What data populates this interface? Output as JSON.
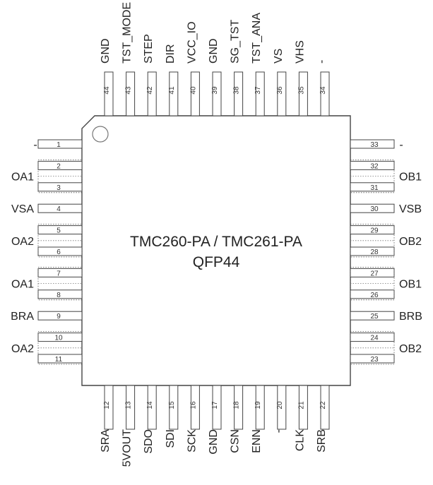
{
  "chip": {
    "title": "TMC260-PA / TMC261-PA",
    "package": "QFP44"
  },
  "pins": {
    "top": [
      {
        "num": "44",
        "label": "GND"
      },
      {
        "num": "43",
        "label": "TST_MODE"
      },
      {
        "num": "42",
        "label": "STEP"
      },
      {
        "num": "41",
        "label": "DIR"
      },
      {
        "num": "40",
        "label": "VCC_IO"
      },
      {
        "num": "39",
        "label": "GND"
      },
      {
        "num": "38",
        "label": "SG_TST"
      },
      {
        "num": "37",
        "label": "TST_ANA"
      },
      {
        "num": "36",
        "label": "VS"
      },
      {
        "num": "35",
        "label": "VHS"
      },
      {
        "num": "34",
        "label": "-"
      }
    ],
    "bottom": [
      {
        "num": "12",
        "label": "SRA"
      },
      {
        "num": "13",
        "label": "5VOUT"
      },
      {
        "num": "14",
        "label": "SDO"
      },
      {
        "num": "15",
        "label": "SDI"
      },
      {
        "num": "16",
        "label": "SCK"
      },
      {
        "num": "17",
        "label": "GND"
      },
      {
        "num": "18",
        "label": "CSN"
      },
      {
        "num": "19",
        "label": "ENN"
      },
      {
        "num": "20",
        "label": "-"
      },
      {
        "num": "21",
        "label": "CLK"
      },
      {
        "num": "22",
        "label": "SRB"
      }
    ],
    "left": [
      {
        "num": "1",
        "label": "-"
      },
      {
        "num": "2",
        "label": "OA1"
      },
      {
        "num": "3",
        "label": ""
      },
      {
        "num": "4",
        "label": "VSA"
      },
      {
        "num": "5",
        "label": "OA2"
      },
      {
        "num": "6",
        "label": ""
      },
      {
        "num": "7",
        "label": "OA1"
      },
      {
        "num": "8",
        "label": ""
      },
      {
        "num": "9",
        "label": "BRA"
      },
      {
        "num": "10",
        "label": "OA2"
      },
      {
        "num": "11",
        "label": ""
      }
    ],
    "right": [
      {
        "num": "33",
        "label": "-"
      },
      {
        "num": "32",
        "label": "OB1"
      },
      {
        "num": "31",
        "label": ""
      },
      {
        "num": "30",
        "label": "VSB"
      },
      {
        "num": "29",
        "label": "OB2"
      },
      {
        "num": "28",
        "label": ""
      },
      {
        "num": "27",
        "label": "OB1"
      },
      {
        "num": "26",
        "label": ""
      },
      {
        "num": "25",
        "label": "BRB"
      },
      {
        "num": "24",
        "label": "OB2"
      },
      {
        "num": "23",
        "label": ""
      }
    ]
  }
}
